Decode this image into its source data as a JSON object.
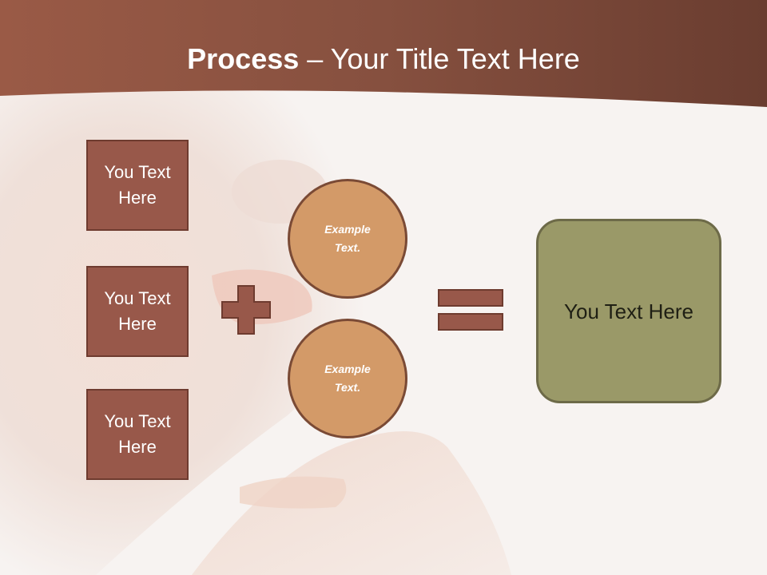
{
  "slide": {
    "title_bold": "Process",
    "title_rest": " – Your Title Text Here"
  },
  "left_boxes": [
    {
      "label": "You Text Here"
    },
    {
      "label": "You Text Here"
    },
    {
      "label": "You Text Here"
    }
  ],
  "circles": [
    {
      "label": "Example Text."
    },
    {
      "label": "Example Text."
    }
  ],
  "result": {
    "label": "You Text Here"
  },
  "colors": {
    "header_brown": "#8a4d3c",
    "box_fill": "#98584a",
    "circle_fill": "#d39a68",
    "result_fill": "#9a9968"
  }
}
